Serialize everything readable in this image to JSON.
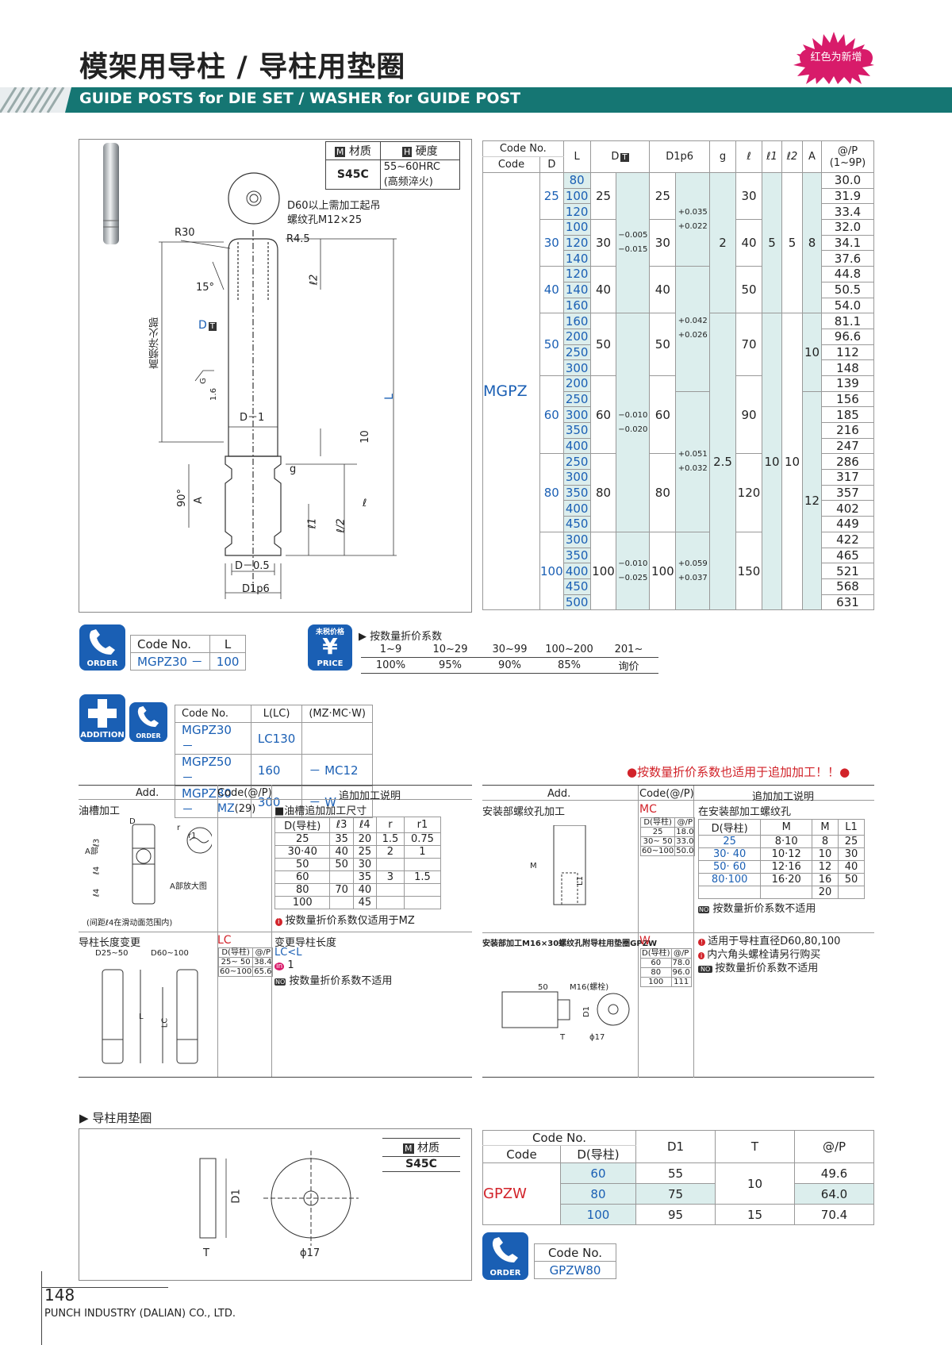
{
  "header": {
    "title": "模架用导柱 / 导柱用垫圈",
    "subtitle": "GUIDE POSTS for DIE SET / WASHER for GUIDE POST",
    "badge": "红色为新增"
  },
  "material": {
    "m_label": "材质",
    "h_label": "硬度",
    "m_icon": "M",
    "h_icon": "H",
    "material": "S45C",
    "hardness": "55~60HRC",
    "hardness_note": "(高频淬火)"
  },
  "drawing": {
    "note1": "D60以上需加工起吊",
    "note2": "螺纹孔M12×25",
    "r30": "R30",
    "r45": "R4.5",
    "deg15": "15°",
    "d": "D",
    "t_icon": "T",
    "quench": "高频淬火部",
    "g16": "1.6",
    "g": "G",
    "L": "L",
    "d1": "D－1",
    "ten": "10",
    "g_lbl": "g",
    "deg90": "90°",
    "a": "A",
    "l": "ℓ",
    "l1": "ℓ1",
    "l2": "ℓ2",
    "l_half": "ℓ/2",
    "d05": "D－0.5",
    "d1p6": "D1p6"
  },
  "main_table": {
    "h_codeno": "Code No.",
    "h_code": "Code",
    "h_d": "D",
    "h_L": "L",
    "h_DT": "D",
    "h_d1p6": "D1p6",
    "h_g": "g",
    "h_l": "ℓ",
    "h_l1": "ℓ1",
    "h_l2": "ℓ2",
    "h_A": "A",
    "h_price": "@/P",
    "h_price2": "(1~9P)",
    "code": "MGPZ",
    "groups": [
      {
        "D": "25",
        "D1": "25",
        "l": "30",
        "L": [
          "80",
          "100",
          "120"
        ],
        "P": [
          "30.0",
          "31.9",
          "33.4"
        ]
      },
      {
        "D": "30",
        "D1": "30",
        "l": "40",
        "L": [
          "100",
          "120",
          "140"
        ],
        "P": [
          "32.0",
          "34.1",
          "37.6"
        ]
      },
      {
        "D": "40",
        "D1": "40",
        "l": "50",
        "L": [
          "120",
          "140",
          "160"
        ],
        "P": [
          "44.8",
          "50.5",
          "54.0"
        ]
      },
      {
        "D": "50",
        "D1": "50",
        "l": "70",
        "L": [
          "160",
          "200",
          "250",
          "300"
        ],
        "P": [
          "81.1",
          "96.6",
          "112",
          "148"
        ]
      },
      {
        "D": "60",
        "D1": "60",
        "l": "90",
        "L": [
          "200",
          "250",
          "300",
          "350",
          "400"
        ],
        "P": [
          "139",
          "156",
          "185",
          "216",
          "247"
        ]
      },
      {
        "D": "80",
        "D1": "80",
        "l": "120",
        "L": [
          "250",
          "300",
          "350",
          "400",
          "450"
        ],
        "P": [
          "286",
          "317",
          "357",
          "402",
          "449"
        ]
      },
      {
        "D": "100",
        "D1": "100",
        "l": "150",
        "L": [
          "300",
          "350",
          "400",
          "450",
          "500"
        ],
        "P": [
          "422",
          "465",
          "521",
          "568",
          "631"
        ]
      }
    ],
    "tol_d_1": [
      "−0.005",
      "−0.015"
    ],
    "tol_d_2": [
      "−0.010",
      "−0.020"
    ],
    "tol_d_3": [
      "−0.010",
      "−0.025"
    ],
    "tol_p_1": [
      "+0.035",
      "+0.022"
    ],
    "tol_p_2": [
      "+0.042",
      "+0.026"
    ],
    "tol_p_3": [
      "+0.051",
      "+0.032"
    ],
    "tol_p_4": [
      "+0.059",
      "+0.037"
    ],
    "g1": "2",
    "g2": "2.5",
    "l1a": "5",
    "l2a": "5",
    "l1b": "10",
    "l2b": "10",
    "A1": "8",
    "A2": "10",
    "A3": "12"
  },
  "order": {
    "label": "ORDER",
    "h_code": "Code No.",
    "h_L": "L",
    "code": "MGPZ30",
    "dash": "－",
    "L": "100"
  },
  "price": {
    "icon_top": "未税价格",
    "label": "PRICE",
    "title": "按数量折价系数",
    "q": [
      "1~9",
      "10~29",
      "30~99",
      "100~200",
      "201~"
    ],
    "r": [
      "100%",
      "95%",
      "90%",
      "85%",
      "询价"
    ]
  },
  "addition": {
    "label": "ADDITION",
    "order_label": "ORDER",
    "h_code": "Code No.",
    "h_lc": "L(LC)",
    "h_opt": "(MZ·MC·W)",
    "rows": [
      [
        "MGPZ30",
        "－",
        "LC130",
        "",
        ""
      ],
      [
        "MGPZ50",
        "－",
        "160",
        "－",
        "MC12"
      ],
      [
        "MGPZ80",
        "－",
        "300",
        "－",
        "W"
      ]
    ],
    "note": "●按数量折价系数也适用于追加加工！！●"
  },
  "add_left": {
    "h_add": "Add.",
    "h_code": "Code(@/P)",
    "h_desc": "追加加工说明",
    "mz_name": "油槽加工",
    "mz_code": "MZ",
    "mz_price": "(29)",
    "mz_title": "■油槽追加加工尺寸",
    "mz_cols": [
      "D(导柱)",
      "ℓ3",
      "ℓ4",
      "r",
      "r1"
    ],
    "mz_rows": [
      [
        "25",
        "35",
        "20",
        "1.5",
        "0.75"
      ],
      [
        "30·40",
        "40",
        "25",
        "2",
        "1"
      ],
      [
        "50",
        "50",
        "30",
        "",
        ""
      ],
      [
        "60",
        "",
        "35",
        "3",
        "1.5"
      ],
      [
        "80",
        "70",
        "40",
        "",
        ""
      ],
      [
        "100",
        "",
        "45",
        "",
        ""
      ]
    ],
    "mz_note": "按数量折价系数仅适用于MZ",
    "mz_d": "D",
    "mz_l3": "ℓ3",
    "mz_a": "A部",
    "mz_l4": "ℓ4",
    "mz_l4b": "ℓ4",
    "mz_abig": "A部放大图",
    "mz_r": "r",
    "mz_r1": "r1",
    "mz_range": "(间距ℓ4在滑动面范围内)",
    "lc_name": "导柱长度变更",
    "lc_d1": "D25~50",
    "lc_d2": "D60~100",
    "lc_l": "L",
    "lc_lc": "LC",
    "lc_code": "LC",
    "lc_t_h": [
      "D(导柱)",
      "@/P"
    ],
    "lc_t_rows": [
      [
        "25~ 50",
        "38.4"
      ],
      [
        "60~100",
        "65.6"
      ]
    ],
    "lc_desc": "变更导柱长度",
    "lc_cond": "LC<L",
    "lc_unit_icon": "in",
    "lc_unit": "1",
    "lc_note": "按数量折价系数不适用",
    "no_icon": "NO",
    "info_icon": "i"
  },
  "add_right": {
    "h_add": "Add.",
    "h_code": "Code(@/P)",
    "h_desc": "追加加工说明",
    "mc_name": "安装部螺纹孔加工",
    "mc_code": "MC",
    "mc_t_h": [
      "D(导柱)",
      "@/P"
    ],
    "mc_t_rows": [
      [
        "25",
        "18.0"
      ],
      [
        "30~ 50",
        "33.0"
      ],
      [
        "60~100",
        "50.0"
      ]
    ],
    "mc_desc": "在安装部加工螺纹孔",
    "mc_cols": [
      "D(导柱)",
      "M",
      "M",
      "L1"
    ],
    "mc_rows": [
      [
        "25",
        "8·10",
        "8",
        "25"
      ],
      [
        "30· 40",
        "10·12",
        "10",
        "30"
      ],
      [
        "50· 60",
        "12·16",
        "12",
        "40"
      ],
      [
        "80·100",
        "16·20",
        "16",
        "50"
      ],
      [
        "",
        "",
        "20",
        ""
      ]
    ],
    "mc_note": "按数量折价系数不适用",
    "mc_m": "M",
    "mc_l1": "L1",
    "w_name": "安装部加工M16×30螺纹孔附导柱用垫圈GPZW",
    "w_code": "W",
    "w_t_h": [
      "D(导柱)",
      "@/P"
    ],
    "w_t_rows": [
      [
        "60",
        "78.0"
      ],
      [
        "80",
        "96.0"
      ],
      [
        "100",
        "111"
      ]
    ],
    "w_notes": [
      "适用于导柱直径D60,80,100",
      "内六角头螺栓请另行购买",
      "按数量折价系数不适用"
    ],
    "w_50": "50",
    "w_m16": "M16(螺栓)",
    "w_d1": "D1",
    "w_t": "T",
    "w_phi": "ϕ17"
  },
  "washer": {
    "title": "导柱用垫圈",
    "material": "S45C",
    "m_label": "材质",
    "d1": "D1",
    "t": "T",
    "phi": "ϕ17",
    "h_codeno": "Code No.",
    "h_code": "Code",
    "h_d": "D(导柱)",
    "h_D1": "D1",
    "h_T": "T",
    "h_P": "@/P",
    "code": "GPZW",
    "rows": [
      [
        "60",
        "55",
        "10",
        "49.6"
      ],
      [
        "80",
        "75",
        "",
        "64.0"
      ],
      [
        "100",
        "95",
        "15",
        "70.4"
      ]
    ],
    "order_h": "Code No.",
    "order_code": "GPZW80",
    "order_label": "ORDER"
  },
  "footer": {
    "page": "148",
    "company": "PUNCH INDUSTRY (DALIAN) CO., LTD."
  },
  "colors": {
    "accent": "#1a5fb4",
    "teal": "#157673",
    "cell": "#dceeed",
    "new": "#d2232a",
    "badge": "#d81b6a"
  }
}
